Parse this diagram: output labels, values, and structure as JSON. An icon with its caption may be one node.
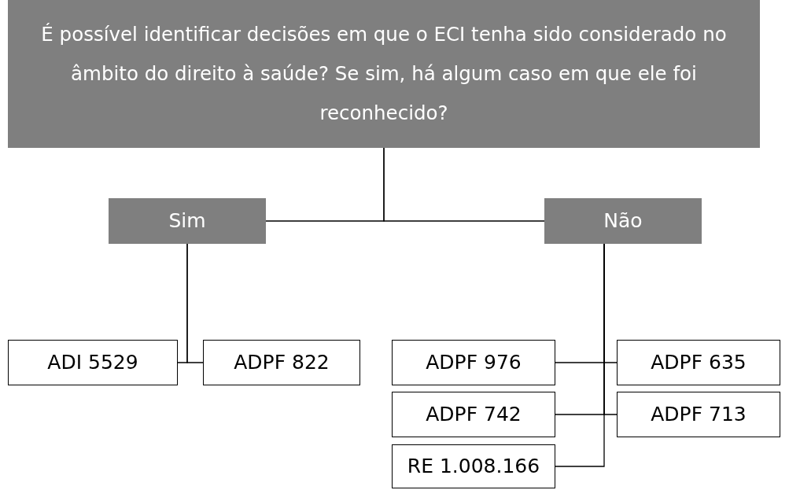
{
  "diagram": {
    "nodes": [
      {
        "text": [
          "É possível identificar decisões em que o ECI tenha sido considerado no âmbito do direito à saúde? Se sim, há algum caso em que ele foi reconhecido?"
        ]
      },
      {
        "text": [
          "Sim"
        ]
      },
      {
        "text": [
          "Não"
        ]
      },
      {
        "text": [
          "ADI 5529"
        ]
      },
      {
        "text": [
          "ADPF 822"
        ]
      },
      {
        "text": [
          "ADPF 976"
        ]
      },
      {
        "text": [
          "ADPF 635"
        ]
      },
      {
        "text": [
          "ADPF 742"
        ]
      },
      {
        "text": [
          "ADPF 713"
        ]
      },
      {
        "text": [
          "RE 1.008.166"
        ]
      }
    ],
    "edges": [
      {
        "from": 0,
        "to": 1,
        "arrow": "none"
      },
      {
        "from": 0,
        "to": 2,
        "arrow": "none"
      },
      {
        "from": 1,
        "to": 3,
        "arrow": "none"
      },
      {
        "from": 1,
        "to": 4,
        "arrow": "none"
      },
      {
        "from": 2,
        "to": 5,
        "arrow": "none"
      },
      {
        "from": 2,
        "to": 6,
        "arrow": "none"
      },
      {
        "from": 2,
        "to": 7,
        "arrow": "none"
      },
      {
        "from": 2,
        "to": 8,
        "arrow": "none"
      },
      {
        "from": 2,
        "to": 9,
        "arrow": "none"
      }
    ]
  }
}
